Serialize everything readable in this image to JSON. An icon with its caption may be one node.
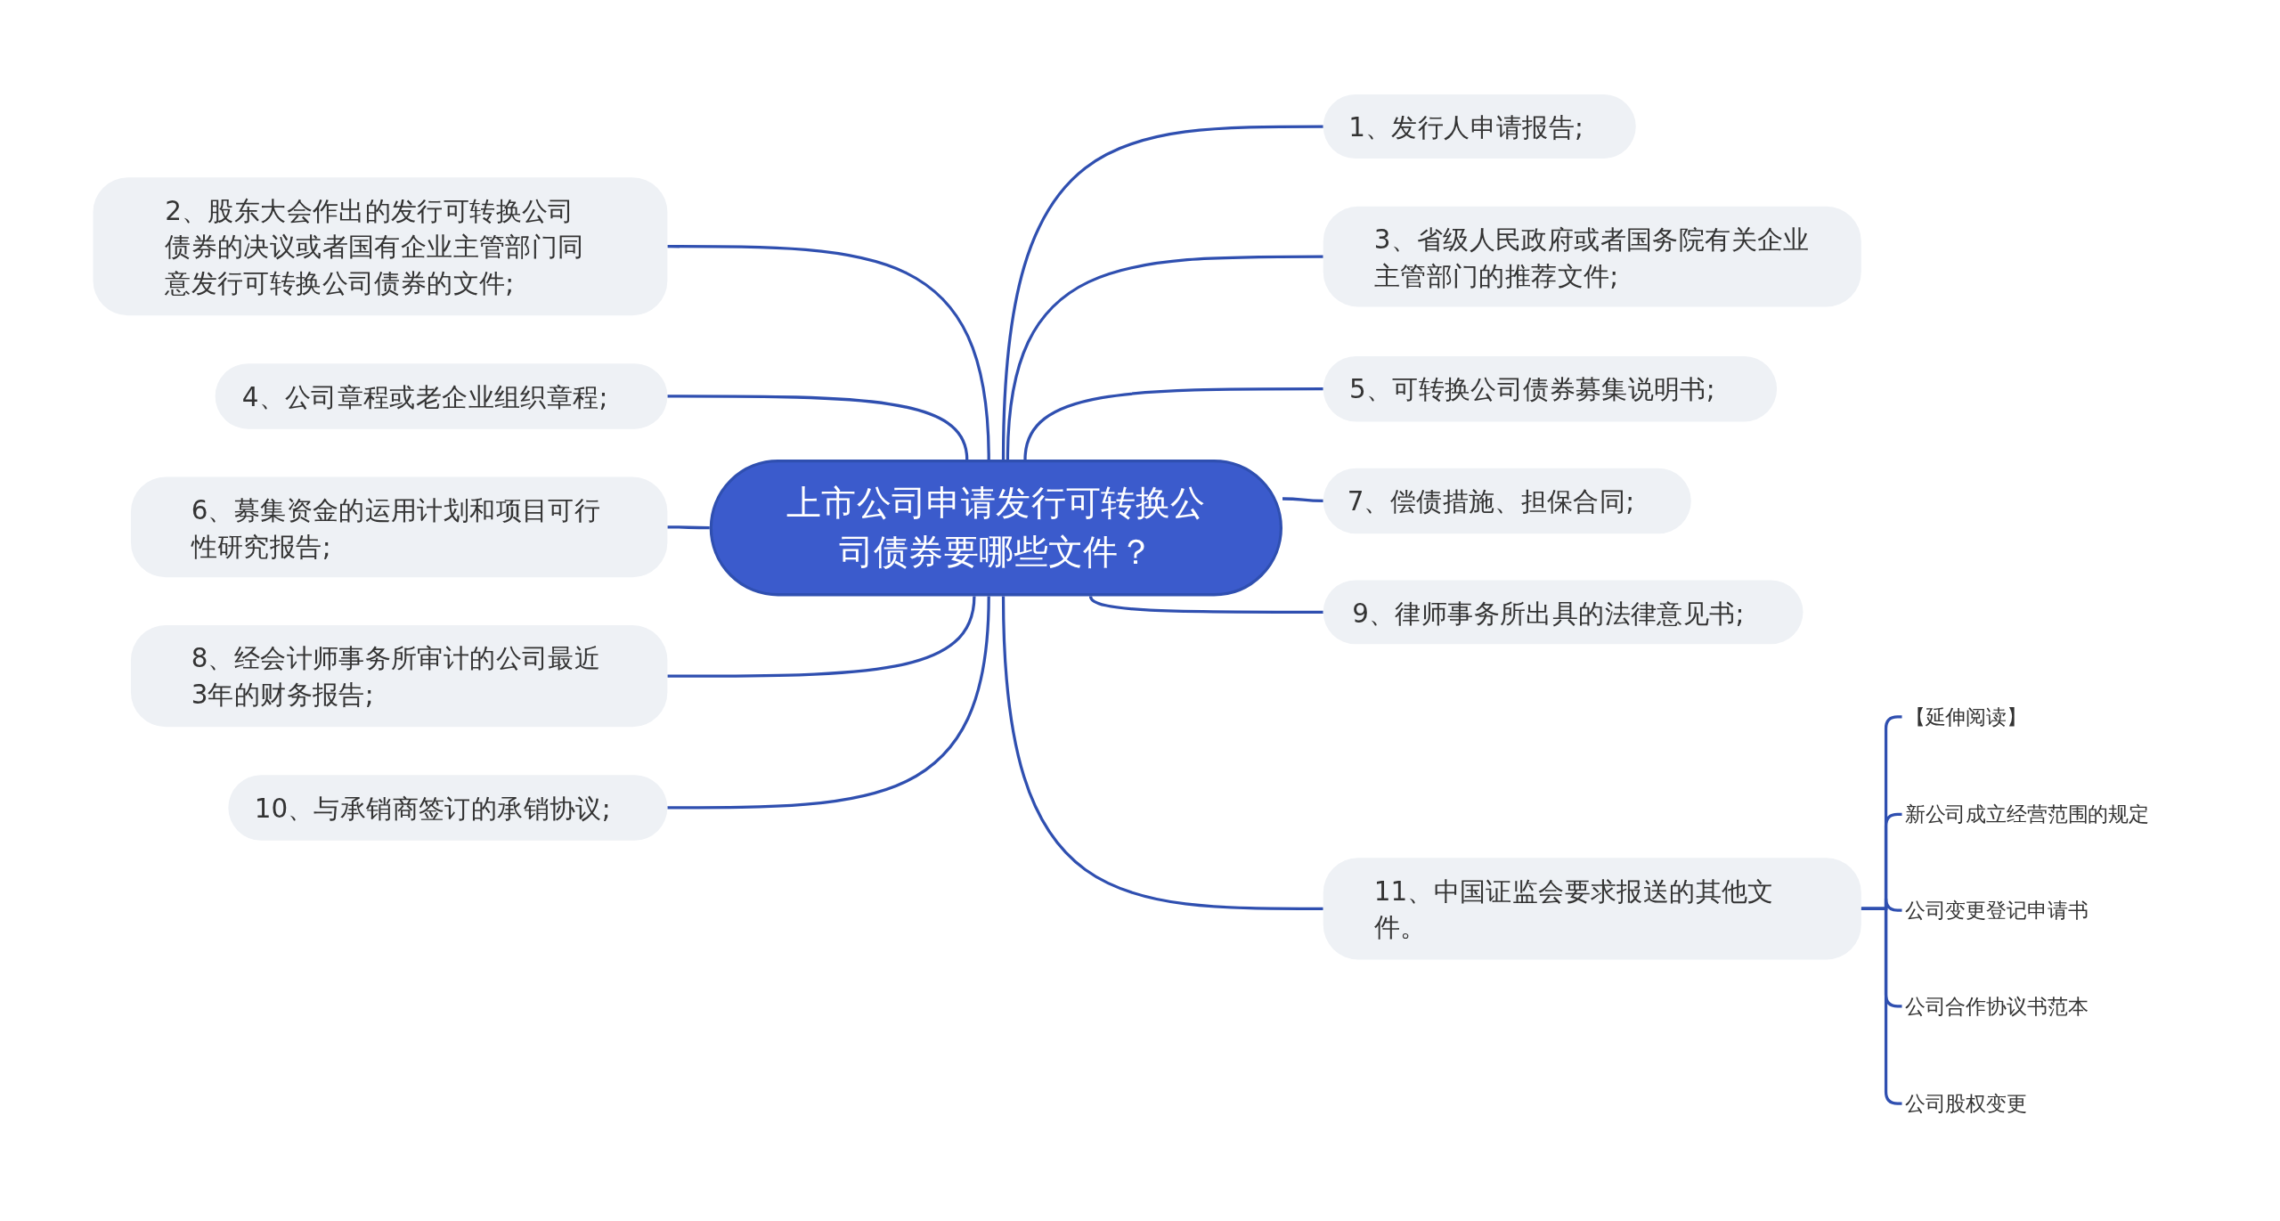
{
  "diagram": {
    "nodes": [
      {
        "text": [
          "上市公司申请发行可转换公司债券要哪些文件？"
        ]
      },
      {
        "text": [
          "1、发行人申请报告;"
        ]
      },
      {
        "text": [
          "2、股东大会作出的发行可转换公司债券的决议或者国有企业主管部门同意发行可转换公司债券的文件;"
        ]
      },
      {
        "text": [
          "3、省级人民政府或者国务院有关企业主管部门的推荐文件;"
        ]
      },
      {
        "text": [
          "4、公司章程或老企业组织章程;"
        ]
      },
      {
        "text": [
          "5、可转换公司债券募集说明书;"
        ]
      },
      {
        "text": [
          "6、募集资金的运用计划和项目可行性研究报告;"
        ]
      },
      {
        "text": [
          "7、偿债措施、担保合同;"
        ]
      },
      {
        "text": [
          "8、经会计师事务所审计的公司最近3年的财务报告;"
        ]
      },
      {
        "text": [
          "9、律师事务所出具的法律意见书;"
        ]
      },
      {
        "text": [
          "10、与承销商签订的承销协议;"
        ]
      },
      {
        "text": [
          "11、中国证监会要求报送的其他文件。"
        ]
      },
      {
        "text": [
          "【延伸阅读】"
        ]
      },
      {
        "text": [
          "新公司成立经营范围的规定"
        ]
      },
      {
        "text": [
          "公司变更登记申请书"
        ]
      },
      {
        "text": [
          "公司合作协议书范本"
        ]
      },
      {
        "text": [
          "公司股权变更"
        ]
      }
    ],
    "edges": [
      {
        "from": 0,
        "to": 1,
        "arrow": "none"
      },
      {
        "from": 0,
        "to": 2,
        "arrow": "none"
      },
      {
        "from": 0,
        "to": 3,
        "arrow": "none"
      },
      {
        "from": 0,
        "to": 4,
        "arrow": "none"
      },
      {
        "from": 0,
        "to": 5,
        "arrow": "none"
      },
      {
        "from": 0,
        "to": 6,
        "arrow": "none"
      },
      {
        "from": 0,
        "to": 7,
        "arrow": "none"
      },
      {
        "from": 0,
        "to": 8,
        "arrow": "none"
      },
      {
        "from": 0,
        "to": 9,
        "arrow": "none"
      },
      {
        "from": 0,
        "to": 10,
        "arrow": "none"
      },
      {
        "from": 0,
        "to": 11,
        "arrow": "none"
      },
      {
        "from": 11,
        "to": 12,
        "arrow": "none"
      },
      {
        "from": 11,
        "to": 13,
        "arrow": "none"
      },
      {
        "from": 11,
        "to": 14,
        "arrow": "none"
      },
      {
        "from": 11,
        "to": 15,
        "arrow": "none"
      },
      {
        "from": 11,
        "to": 16,
        "arrow": "none"
      }
    ]
  }
}
